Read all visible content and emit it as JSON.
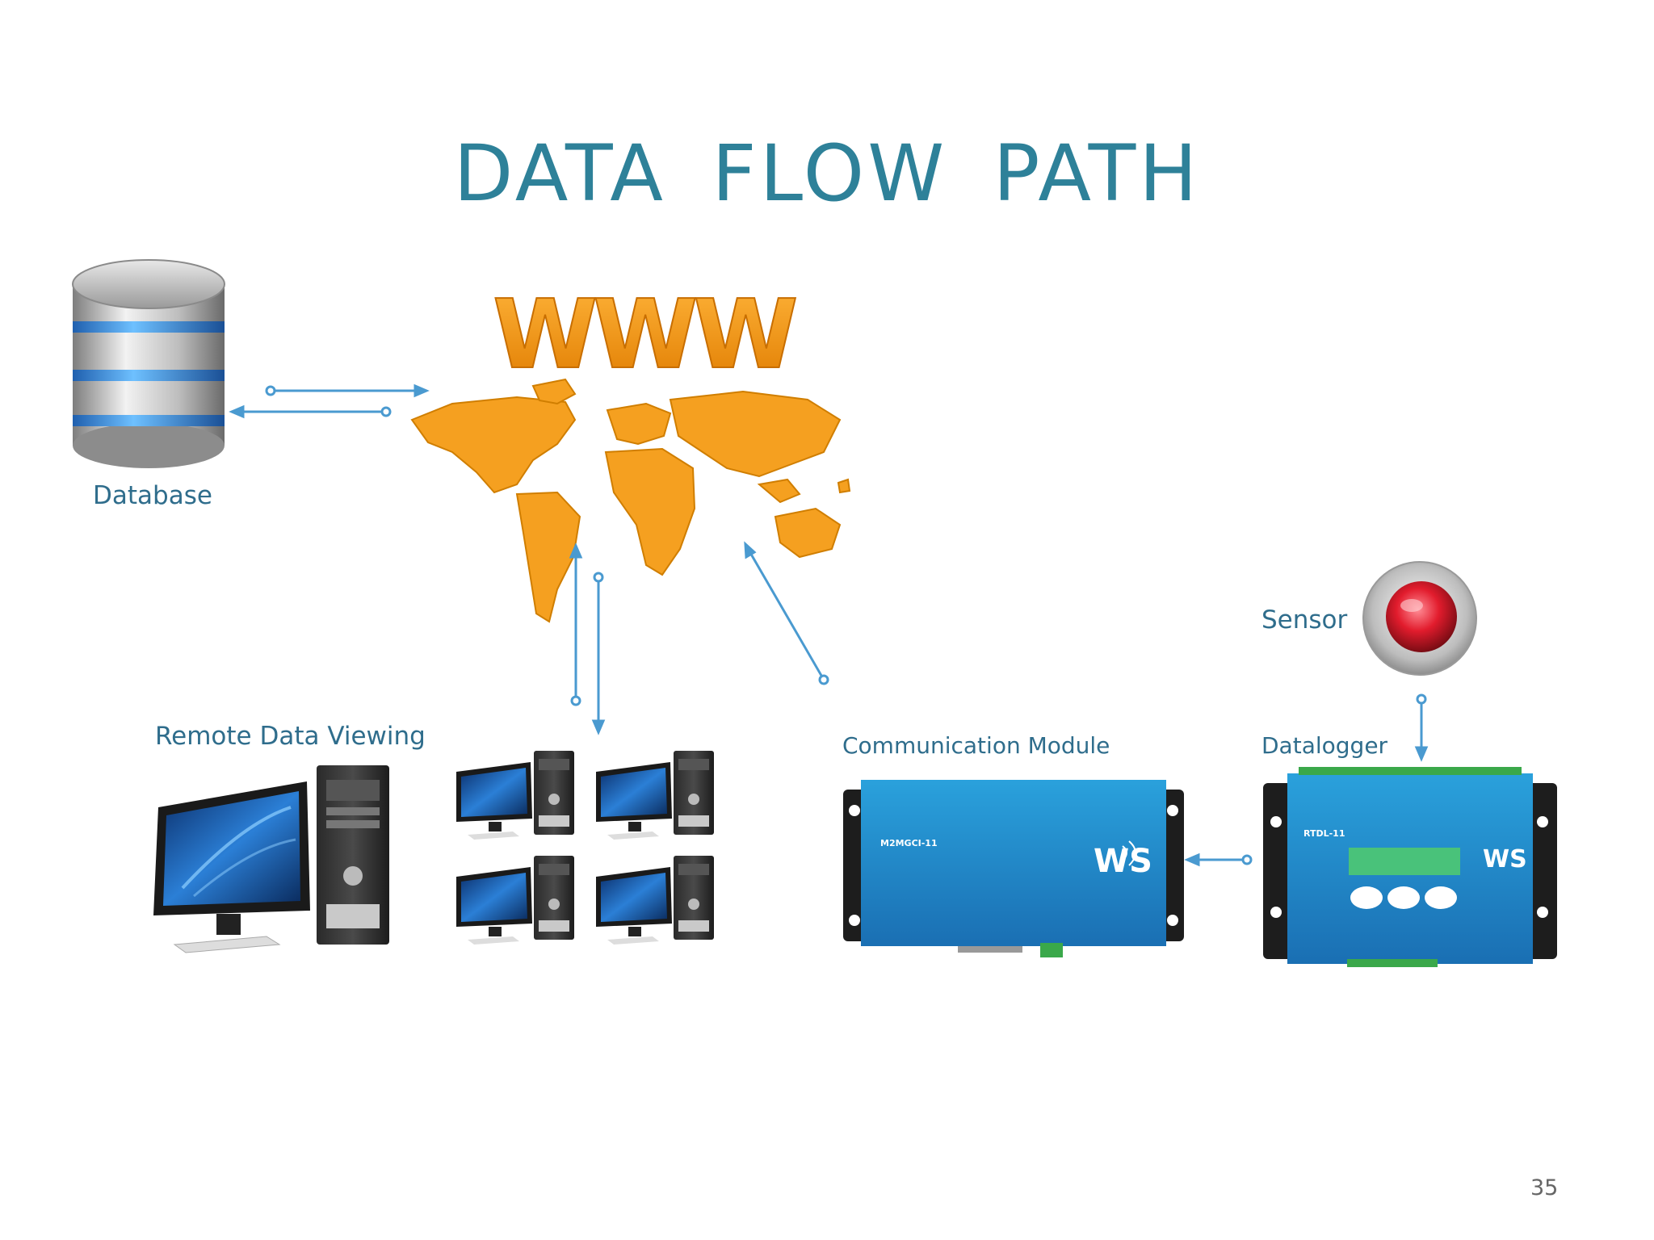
{
  "title": "DATA FLOW PATH",
  "page_number": "35",
  "www_text": "WWW",
  "nodes": {
    "database": "Database",
    "remote": "Remote Data Viewing",
    "comm": "Communication Module",
    "datalogger": "Datalogger",
    "sensor": "Sensor"
  },
  "devices": {
    "comm_model": "M2MGCI-11",
    "datalogger_model": "RTDL-11",
    "brand": "WS"
  },
  "colors": {
    "title": "#2e8199",
    "label": "#2f6d8c",
    "arrow": "#4a9ad0",
    "map": "#f5a020",
    "device_blue": "#1c8fcf"
  }
}
